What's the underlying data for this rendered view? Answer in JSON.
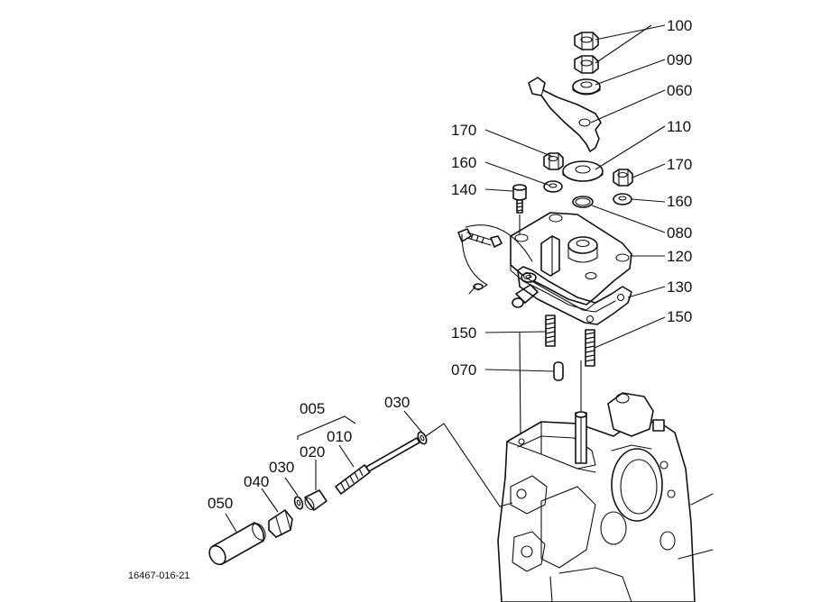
{
  "labels": {
    "p100": "100",
    "p090": "090",
    "p060": "060",
    "p110": "110",
    "p170a": "170",
    "p170b": "170",
    "p160a": "160",
    "p160b": "160",
    "p140": "140",
    "p080": "080",
    "p120": "120",
    "p130": "130",
    "p150a": "150",
    "p150b": "150",
    "p070": "070",
    "p005": "005",
    "p030a": "030",
    "p030b": "030",
    "p010": "010",
    "p020": "020",
    "p040": "040",
    "p050": "050"
  },
  "document_code": "16467-016-21"
}
